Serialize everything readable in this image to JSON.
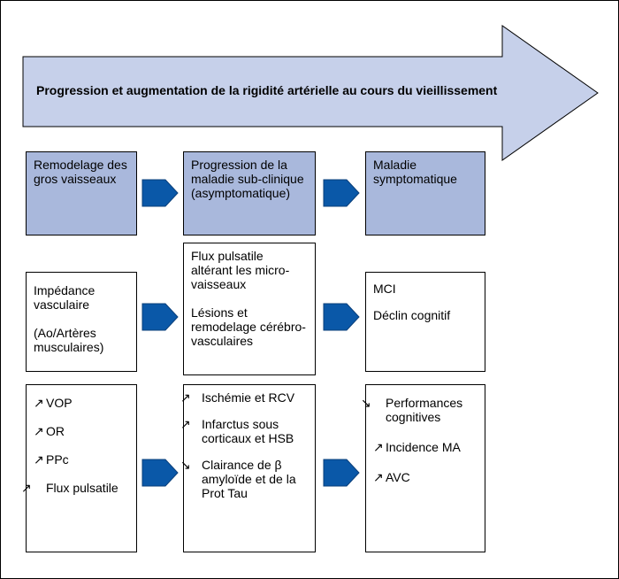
{
  "banner": {
    "title": "Progression et augmentation de la rigidité artérielle au cours du vieillissement"
  },
  "row1": {
    "col1": "Remodelage des gros vaisseaux",
    "col2": "Progression de la maladie sub-clinique (asymptomatique)",
    "col3": "Maladie symptomatique"
  },
  "row2": {
    "col1": {
      "line1": "Impédance vasculaire",
      "line2": "(Ao/Artères musculaires)"
    },
    "col2": {
      "line1": "Flux pulsatile altérant les micro-vaisseaux",
      "line2": "Lésions et remodelage cérébro-vasculaires"
    },
    "col3": {
      "line1": "MCI",
      "line2": "Déclin cognitif"
    }
  },
  "row3": {
    "col1": [
      "VOP",
      "OR",
      "PPc",
      "Flux pulsatile"
    ],
    "col2": [
      "Ischémie et RCV",
      "Infarctus sous corticaux et HSB",
      "Clairance de β amyloïde et de la Prot Tau"
    ],
    "col3": [
      "Performances cognitives",
      "Incidence MA",
      "AVC"
    ]
  },
  "icons": {
    "increase": "↗",
    "decrease": "↘",
    "connector": "blue-chevron-arrow"
  },
  "colors": {
    "banner_fill": "#c6d0ea",
    "box_blue": "#a9b8dc",
    "chevron": "#0a58a8"
  }
}
